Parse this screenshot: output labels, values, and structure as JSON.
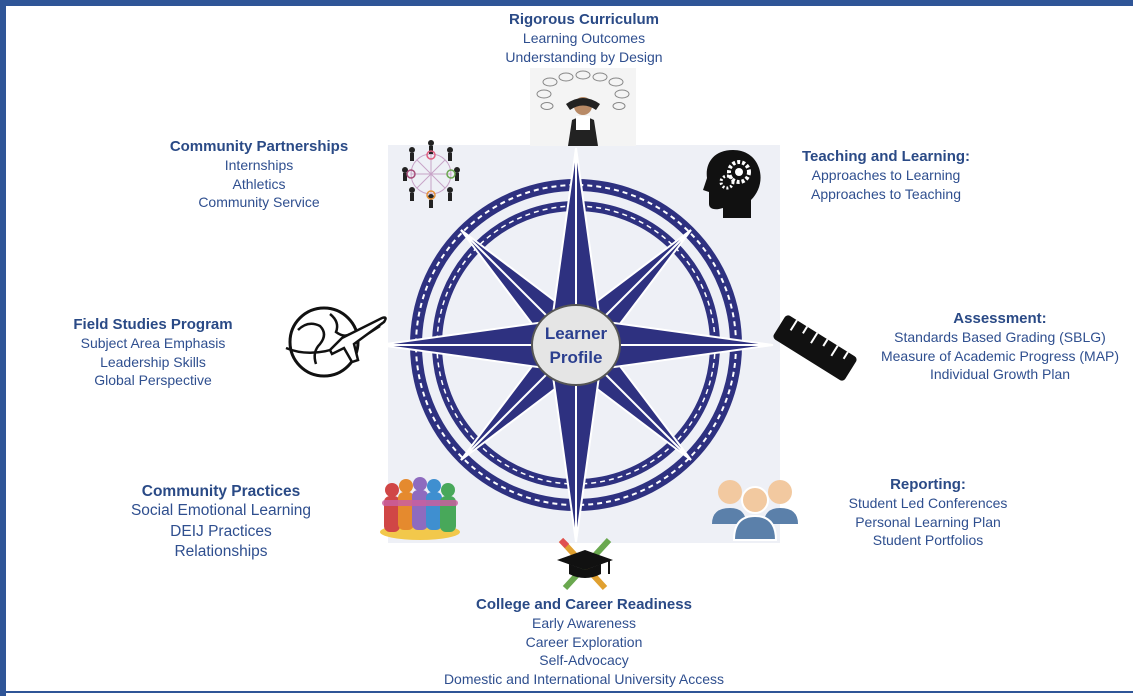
{
  "center": {
    "line1": "Learner",
    "line2": "Profile"
  },
  "sections": {
    "rigorous": {
      "title": "Rigorous Curriculum",
      "items": [
        "Learning Outcomes",
        "Understanding by Design"
      ]
    },
    "community_partnerships": {
      "title": "Community Partnerships",
      "items": [
        "Internships",
        "Athletics",
        "Community Service"
      ]
    },
    "teaching": {
      "title": "Teaching and Learning:",
      "items": [
        "Approaches to Learning",
        "Approaches to Teaching"
      ]
    },
    "field_studies": {
      "title": "Field Studies Program",
      "items": [
        "Subject Area Emphasis",
        "Leadership Skills",
        "Global Perspective"
      ]
    },
    "assessment": {
      "title": "Assessment:",
      "items": [
        "Standards Based Grading (SBLG)",
        "Measure of Academic Progress (MAP)",
        "Individual Growth Plan"
      ]
    },
    "community_practices": {
      "title": "Community Practices",
      "items": [
        "Social Emotional Learning",
        "DEIJ Practices",
        "Relationships"
      ]
    },
    "reporting": {
      "title": "Reporting:",
      "items": [
        "Student Led Conferences",
        "Personal Learning Plan",
        "Student Portfolios"
      ]
    },
    "college": {
      "title": "College and Career Readiness",
      "items": [
        "Early Awareness",
        "Career Exploration",
        "Self-Advocacy",
        "Domestic and International University Access"
      ]
    }
  },
  "icons": {
    "rigorous": "thinking-person-icon",
    "community_partnerships": "people-circle-icon",
    "teaching": "head-gear-icon",
    "field_studies": "globe-plane-icon",
    "assessment": "ruler-icon",
    "community_practices": "group-hug-icon",
    "reporting": "users-group-icon",
    "college": "graduation-cap-icon"
  },
  "colors": {
    "frame": "#2f5597",
    "compass": "#2e3180",
    "text": "#2f4f8f",
    "center_text": "#2b3f8f",
    "reporting_icon": "#5b80aa",
    "reporting_heads": "#f2c9a0"
  }
}
